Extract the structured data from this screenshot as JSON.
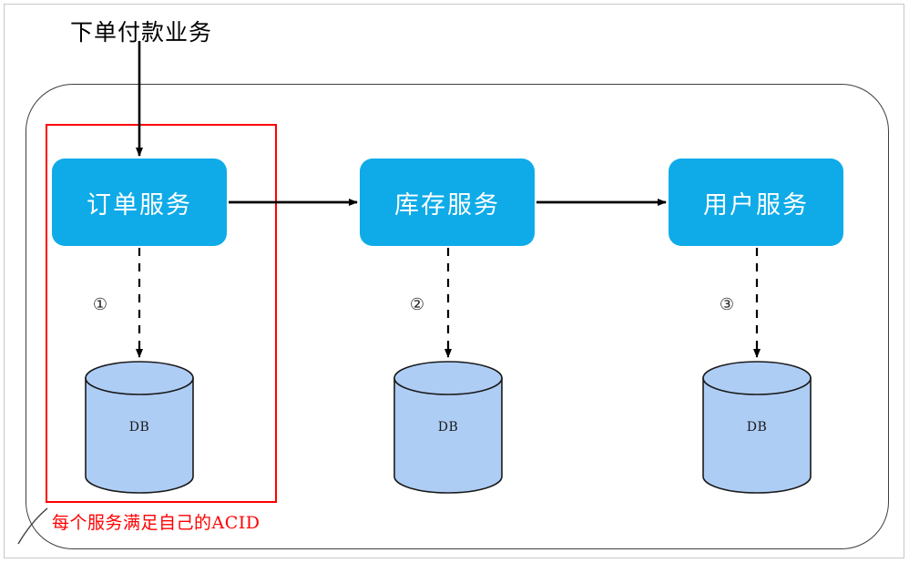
{
  "diagram": {
    "title": "下单付款业务",
    "note": "每个服务满足自己的ACID",
    "colors": {
      "service_fill": "#0fabe8",
      "service_text": "#ffffff",
      "db_fill": "#aecdf5",
      "db_stroke": "#1a1a1a",
      "boundary": "#ff0000",
      "container_border": "#3f3f3f",
      "arrow": "#000000",
      "page_border": "#c8c8c8"
    },
    "services": [
      {
        "label": "订单服务",
        "step": "①",
        "db_label": "DB",
        "inside_boundary": true
      },
      {
        "label": "库存服务",
        "step": "②",
        "db_label": "DB",
        "inside_boundary": false
      },
      {
        "label": "用户服务",
        "step": "③",
        "db_label": "DB",
        "inside_boundary": false
      }
    ],
    "flows": [
      {
        "from": "下单付款业务",
        "to": "订单服务",
        "style": "solid"
      },
      {
        "from": "订单服务",
        "to": "库存服务",
        "style": "solid"
      },
      {
        "from": "库存服务",
        "to": "用户服务",
        "style": "solid"
      },
      {
        "from": "订单服务",
        "to": "DB",
        "style": "dashed",
        "step": "①"
      },
      {
        "from": "库存服务",
        "to": "DB",
        "style": "dashed",
        "step": "②"
      },
      {
        "from": "用户服务",
        "to": "DB",
        "style": "dashed",
        "step": "③"
      }
    ]
  }
}
